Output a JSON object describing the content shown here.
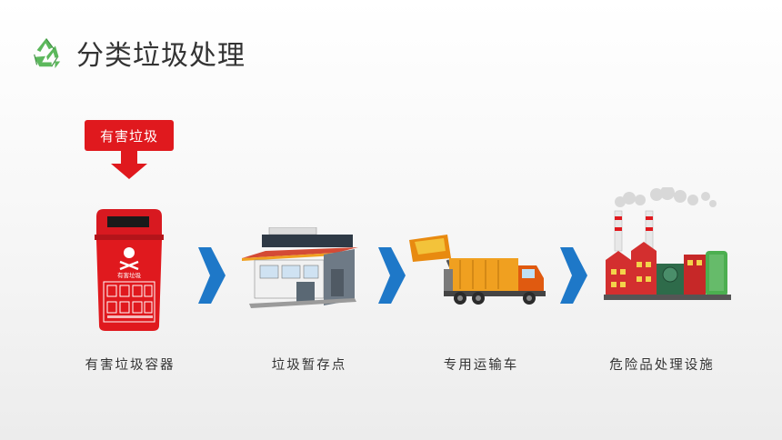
{
  "header": {
    "title": "分类垃圾处理",
    "icon": "recycle-icon"
  },
  "tag": {
    "label": "有害垃圾",
    "color": "#e0191e"
  },
  "steps": [
    {
      "label": "有害垃圾容器",
      "icon": "hazardous-bin-icon"
    },
    {
      "label": "垃圾暂存点",
      "icon": "storage-station-icon"
    },
    {
      "label": "专用运输车",
      "icon": "garbage-truck-icon"
    },
    {
      "label": "危险品处理设施",
      "icon": "treatment-plant-icon"
    }
  ],
  "bin_text": "有害垃圾",
  "colors": {
    "accent_red": "#e0191e",
    "flow_arrow": "#1e78c8",
    "recycle_green": "#4caf50"
  }
}
